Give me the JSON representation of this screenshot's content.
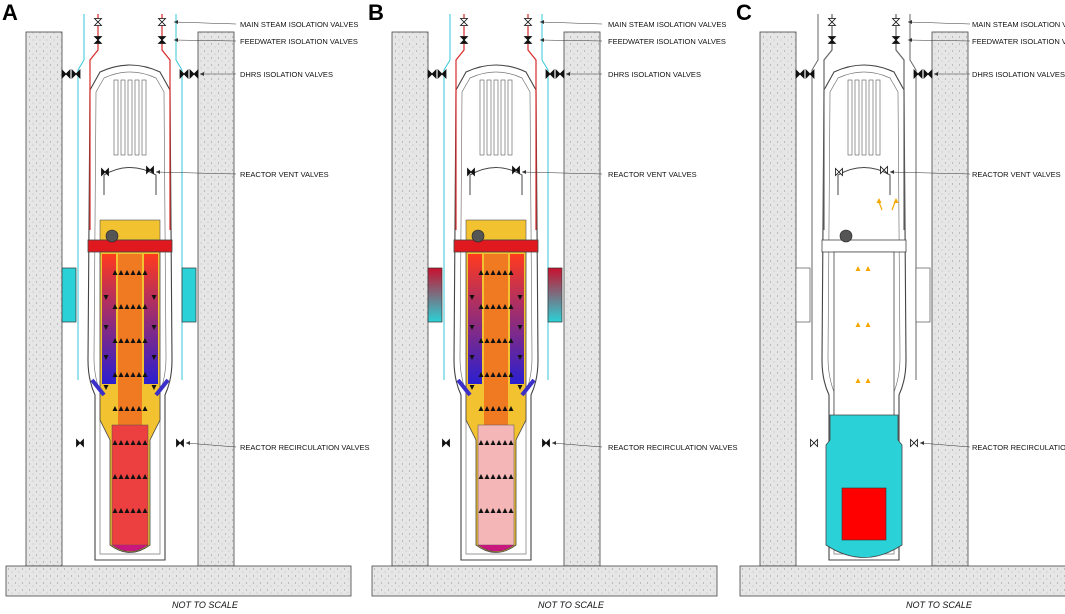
{
  "panels": [
    {
      "letter": "A",
      "state": "A"
    },
    {
      "letter": "B",
      "state": "B"
    },
    {
      "letter": "C",
      "state": "C"
    }
  ],
  "labels": {
    "main_steam": "MAIN STEAM ISOLATION VALVES",
    "feedwater": "FEEDWATER ISOLATION VALVES",
    "dhrs": "DHRS ISOLATION VALVES",
    "vent": "REACTOR VENT VALVES",
    "recirc": "REACTOR RECIRCULATION VALVES"
  },
  "scale_note": "NOT TO SCALE",
  "colors": {
    "steam_line": "#d62a2a",
    "feedwater_line": "#33c8d8",
    "hot": "#e8312a",
    "riser": "#f07a22",
    "cold": "#3a2fc8",
    "coolant_gold": "#f2c230",
    "pool_cyan": "#2ad1d6",
    "fuel_red": "#ff0000",
    "concrete": "#e6e6e6",
    "steam_arrow": "#f5a800"
  }
}
